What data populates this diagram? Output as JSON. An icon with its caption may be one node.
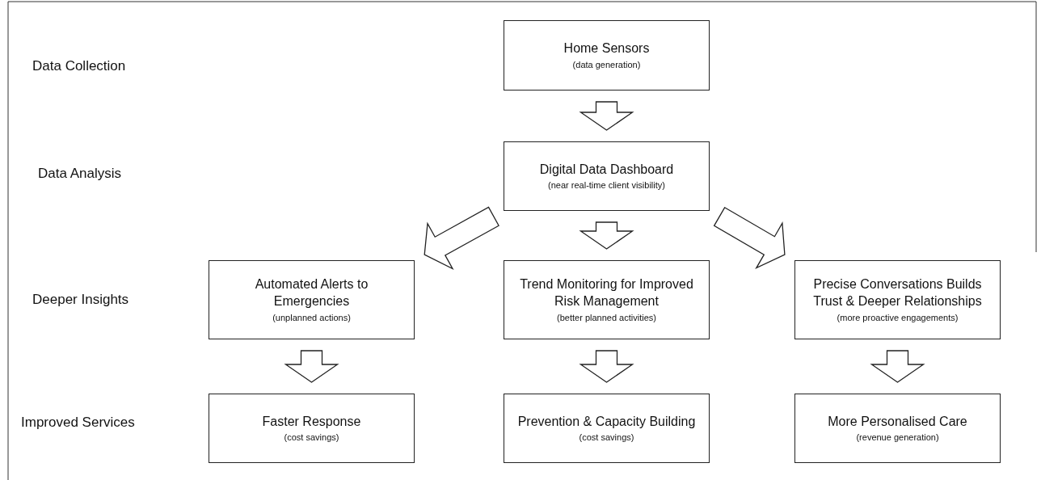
{
  "diagram": {
    "nodes": [
      {
        "text": [
          "Home Sensors",
          "(data generation)"
        ]
      },
      {
        "text": [
          "Digital Data Dashboard",
          "(near real-time client visibility)"
        ]
      },
      {
        "text": [
          "Automated Alerts to Emergencies",
          "(unplanned actions)"
        ]
      },
      {
        "text": [
          "Trend Monitoring for Improved Risk Management",
          "(better planned activities)"
        ]
      },
      {
        "text": [
          "Precise Conversations Builds Trust & Deeper Relationships",
          "(more proactive engagements)"
        ]
      },
      {
        "text": [
          "Faster Response",
          "(cost savings)"
        ]
      },
      {
        "text": [
          "Prevention & Capacity Building",
          "(cost savings)"
        ]
      },
      {
        "text": [
          "More Personalised Care",
          "(revenue generation)"
        ]
      }
    ],
    "edges": [
      {
        "from": 0,
        "to": 1,
        "arrow": "to"
      },
      {
        "from": 1,
        "to": 2,
        "arrow": "to"
      },
      {
        "from": 1,
        "to": 3,
        "arrow": "to"
      },
      {
        "from": 1,
        "to": 4,
        "arrow": "to"
      },
      {
        "from": 2,
        "to": 5,
        "arrow": "to"
      },
      {
        "from": 3,
        "to": 6,
        "arrow": "to"
      },
      {
        "from": 4,
        "to": 7,
        "arrow": "to"
      }
    ],
    "labels": [
      "Data Collection",
      "Data Analysis",
      "Deeper Insights",
      "Improved Services"
    ]
  }
}
